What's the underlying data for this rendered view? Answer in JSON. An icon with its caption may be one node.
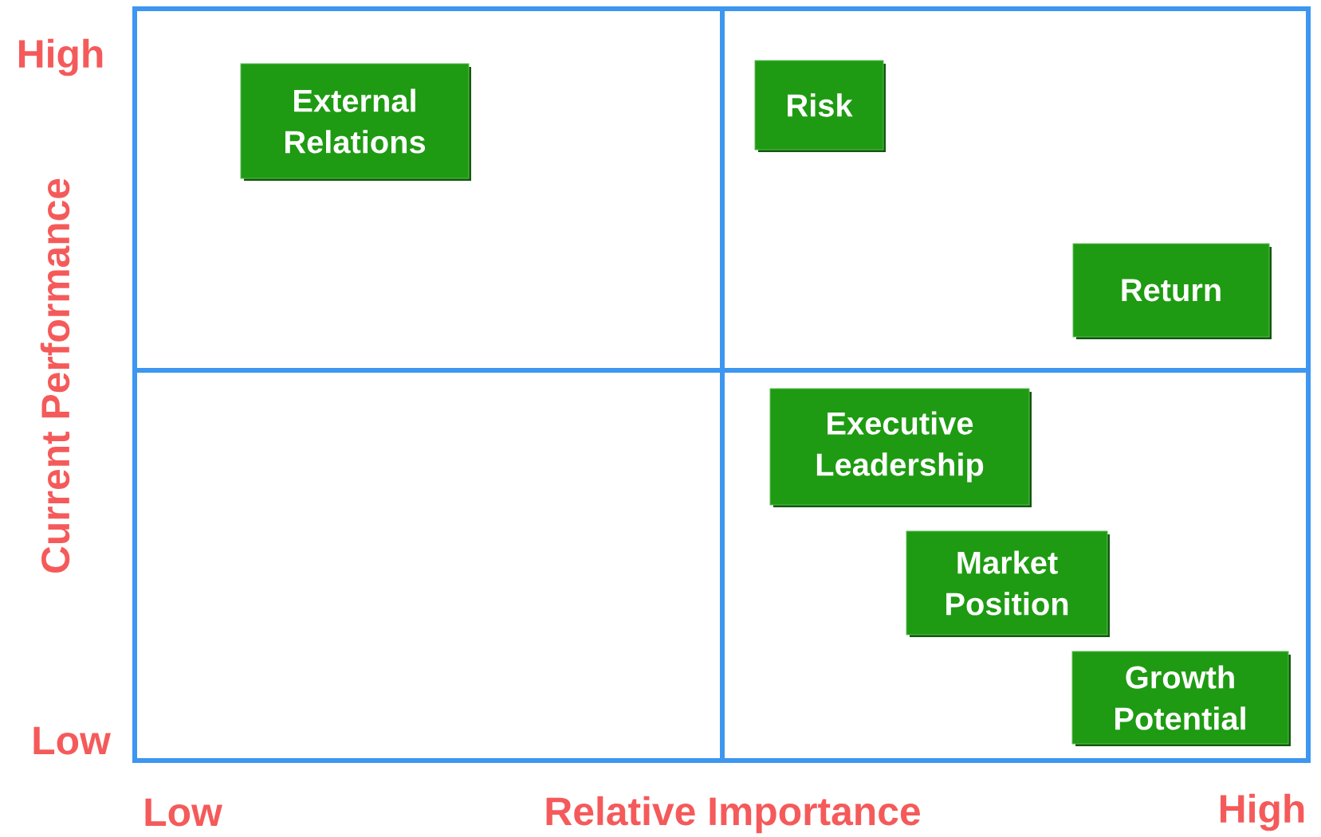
{
  "diagram": {
    "nodes": [
      {
        "text": [
          "External Relations"
        ]
      },
      {
        "text": [
          "Risk"
        ]
      },
      {
        "text": [
          "Return"
        ]
      },
      {
        "text": [
          "Executive Leadership"
        ]
      },
      {
        "text": [
          "Market Position"
        ]
      },
      {
        "text": [
          "Growth Potential"
        ]
      }
    ],
    "labels": [
      "High",
      "Current Performance",
      "Low",
      "Low",
      "Relative Importance",
      "High"
    ]
  }
}
